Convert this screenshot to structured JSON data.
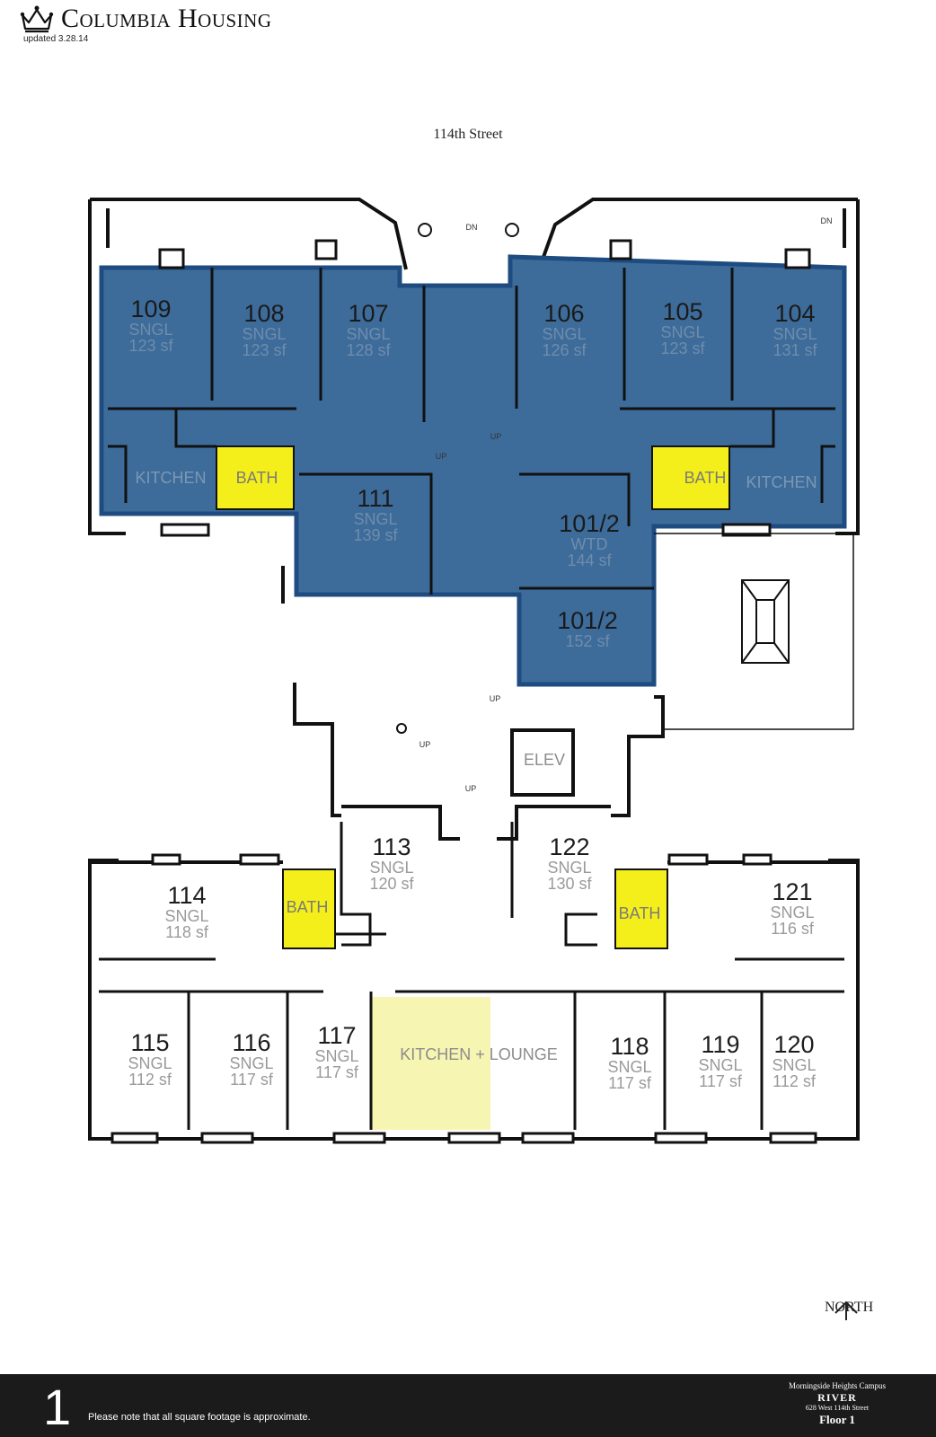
{
  "header": {
    "title": "Columbia Housing",
    "updated": "updated 3.28.14"
  },
  "street": "114th Street",
  "colors": {
    "suite": "#3d6c9a",
    "suite_border": "#1e4c80",
    "bath": "#f4ef1a",
    "lounge": "#f7f5b2",
    "wall": "#111111"
  },
  "rooms": {
    "r109": {
      "num": "109",
      "type": "SNGL",
      "sf": "123 sf"
    },
    "r108": {
      "num": "108",
      "type": "SNGL",
      "sf": "123 sf"
    },
    "r107": {
      "num": "107",
      "type": "SNGL",
      "sf": "128 sf"
    },
    "r106": {
      "num": "106",
      "type": "SNGL",
      "sf": "126 sf"
    },
    "r105": {
      "num": "105",
      "type": "SNGL",
      "sf": "123 sf"
    },
    "r104": {
      "num": "104",
      "type": "SNGL",
      "sf": "131 sf"
    },
    "r111": {
      "num": "111",
      "type": "SNGL",
      "sf": "139 sf"
    },
    "r1012a": {
      "num": "101/2",
      "type": "WTD",
      "sf": "144 sf"
    },
    "r1012b": {
      "num": "101/2",
      "sf": "152 sf"
    },
    "r113": {
      "num": "113",
      "type": "SNGL",
      "sf": "120 sf"
    },
    "r122": {
      "num": "122",
      "type": "SNGL",
      "sf": "130 sf"
    },
    "r114": {
      "num": "114",
      "type": "SNGL",
      "sf": "118 sf"
    },
    "r121": {
      "num": "121",
      "type": "SNGL",
      "sf": "116 sf"
    },
    "r115": {
      "num": "115",
      "type": "SNGL",
      "sf": "112 sf"
    },
    "r116": {
      "num": "116",
      "type": "SNGL",
      "sf": "117 sf"
    },
    "r117": {
      "num": "117",
      "type": "SNGL",
      "sf": "117 sf"
    },
    "r118": {
      "num": "118",
      "type": "SNGL",
      "sf": "117 sf"
    },
    "r119": {
      "num": "119",
      "type": "SNGL",
      "sf": "117 sf"
    },
    "r120": {
      "num": "120",
      "type": "SNGL",
      "sf": "112 sf"
    }
  },
  "labels": {
    "kitchen": "KITCHEN",
    "bath": "BATH",
    "elev": "ELEV",
    "kitchen_lounge": "KITCHEN + LOUNGE",
    "up": "UP",
    "dn": "DN"
  },
  "north": "NORTH",
  "footer": {
    "floor_number": "1",
    "note": "Please note that all square footage is approximate.",
    "campus": "Morningside Heights Campus",
    "building": "RIVER",
    "address": "628 West 114th Street",
    "floor": "Floor 1"
  }
}
